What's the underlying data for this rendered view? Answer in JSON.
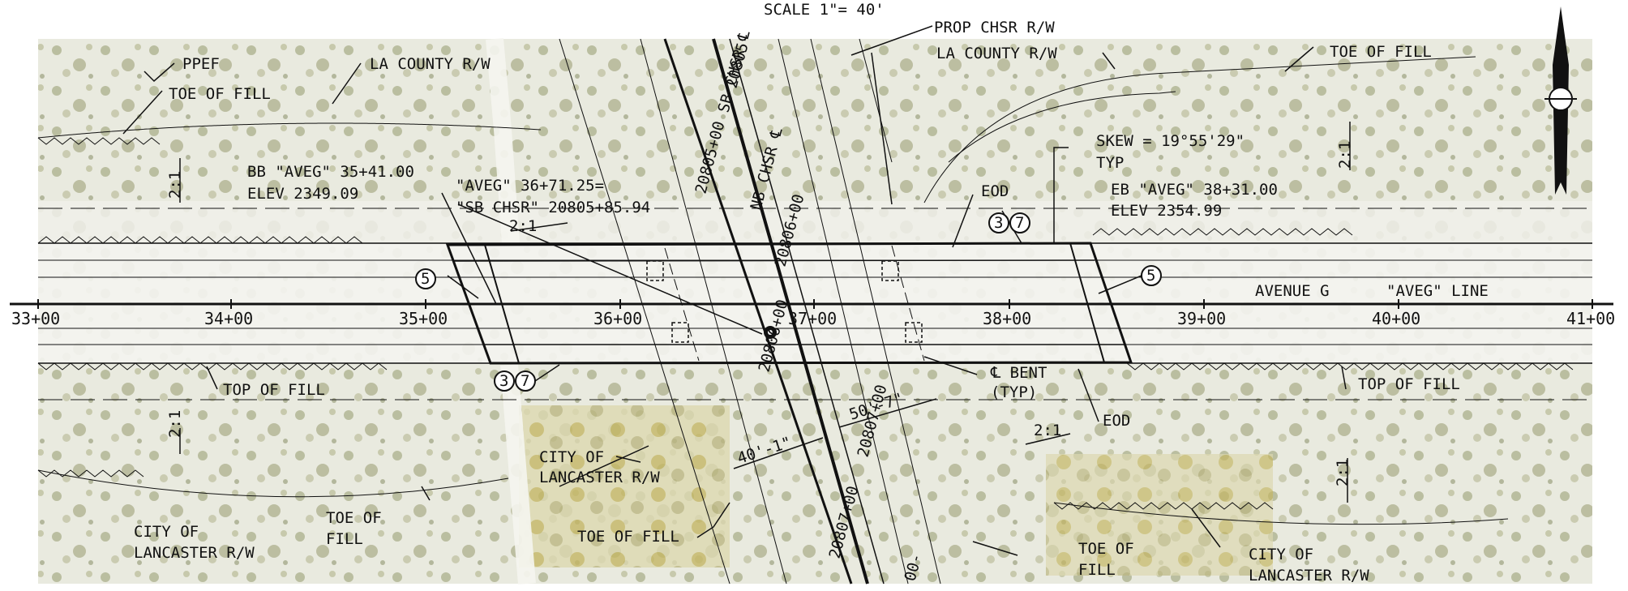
{
  "drawing": {
    "scale": "SCALE 1\"= 40'",
    "stations": [
      "33+00",
      "34+00",
      "35+00",
      "36+00",
      "37+00",
      "38+00",
      "39+00",
      "40+00",
      "41+00"
    ],
    "chsr_stations": [
      "20805+00",
      "20806+00",
      "20807+00",
      "20806+00",
      "20807+00",
      "20805-",
      "00-"
    ],
    "labels": {
      "ppef": "PPEF",
      "la_county_rw_left": "LA COUNTY R/W",
      "toe_of_fill_top_left": "TOE OF FILL",
      "prop_chsr_rw": "PROP CHSR R/W",
      "la_county_rw_right": "LA COUNTY R/W",
      "toe_of_fill_top_right": "TOE OF FILL",
      "sb_chsr": "SB CHSR ℄",
      "nb_chsr": "NB CHSR ℄",
      "bb_line1": "BB \"AVEG\" 35+41.00",
      "bb_line2": "ELEV 2349.09",
      "aveg_line1": "\"AVEG\" 36+71.25=",
      "aveg_line2": "\"SB CHSR\" 20805+85.94",
      "skew_line1": "SKEW = 19°55'29\"",
      "skew_line2": "TYP",
      "eod_top": "EOD",
      "eb_line1": "EB \"AVEG\" 38+31.00",
      "eb_line2": "ELEV 2354.99",
      "avenue_g": "AVENUE G",
      "aveg_line": "\"AVEG\" LINE",
      "bent_line1": "℄ BENT",
      "bent_line2": "(TYP)",
      "eod_bottom": "EOD",
      "top_of_fill_left": "TOP OF FILL",
      "top_of_fill_right": "TOP OF FILL",
      "city_lancaster_mid1": "CITY OF",
      "city_lancaster_mid2": "LANCASTER R/W",
      "city_lancaster_left1": "CITY OF",
      "city_lancaster_left2": "LANCASTER R/W",
      "toe_of_fill_bl1": "TOE OF",
      "toe_of_fill_bl2": "FILL",
      "toe_of_fill_bottom": "TOE OF FILL",
      "toe_of_fill_br1": "TOE OF",
      "toe_of_fill_br2": "FILL",
      "city_lancaster_right1": "CITY OF",
      "city_lancaster_right2": "LANCASTER R/W",
      "dim_40": "40'-1\"",
      "dim_50": "50'-7\"",
      "slope": "2:1",
      "note_3": "3",
      "note_7": "7",
      "note_5": "5"
    }
  }
}
